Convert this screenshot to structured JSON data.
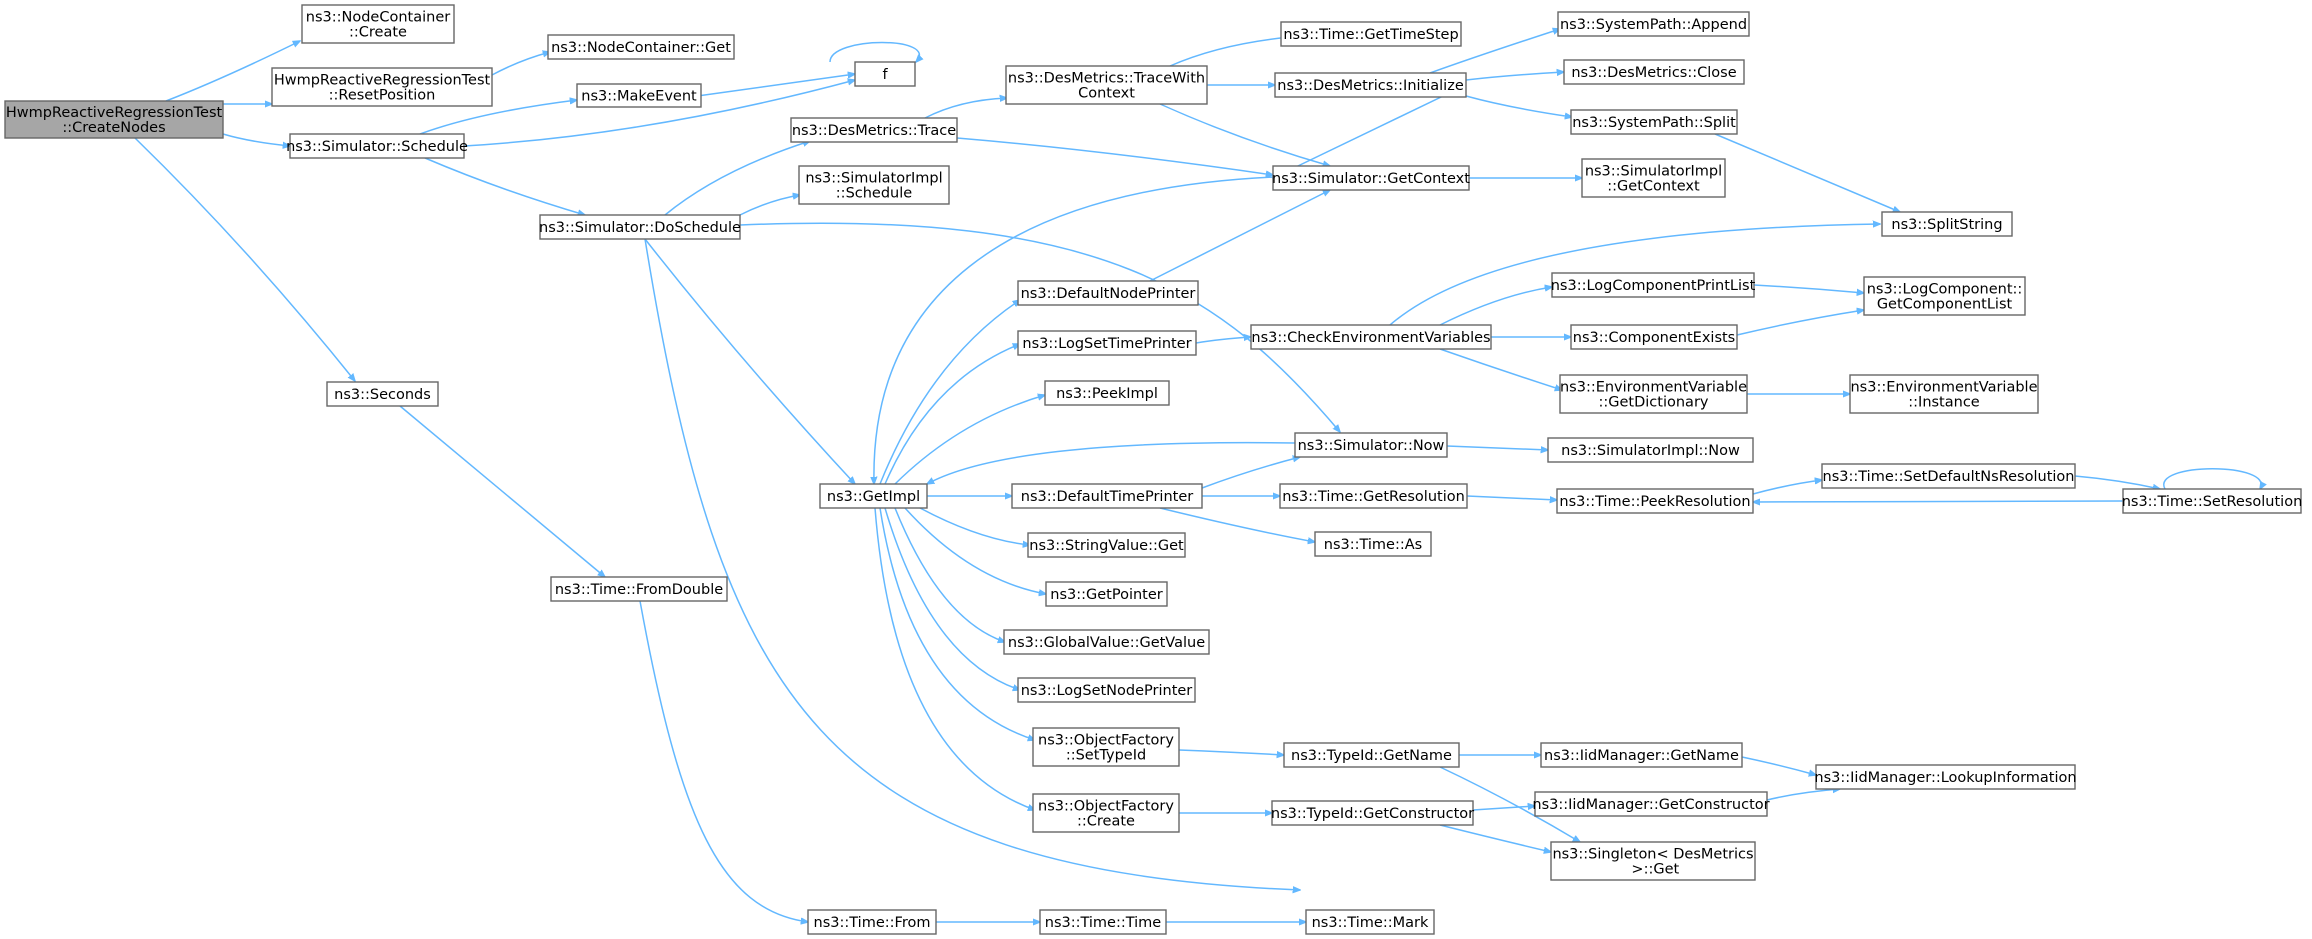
{
  "diagram": {
    "type": "call-graph",
    "root": "n_create_nodes",
    "colors": {
      "edge": "#63b8ff",
      "root_fill": "#a6a6a6",
      "node_fill": "#ffffff",
      "border": "#666666"
    },
    "nodes": {
      "n_create_nodes": [
        "HwmpReactiveRegressionTest",
        "::CreateNodes"
      ],
      "n_nc_create": [
        "ns3::NodeContainer",
        "::Create"
      ],
      "n_reset_position": [
        "HwmpReactiveRegressionTest",
        "::ResetPosition"
      ],
      "n_nc_get": [
        "ns3::NodeContainer::Get"
      ],
      "n_f": [
        "f"
      ],
      "n_make_event": [
        "ns3::MakeEvent"
      ],
      "n_sim_schedule": [
        "ns3::Simulator::Schedule"
      ],
      "n_dm_trace": [
        "ns3::DesMetrics::Trace"
      ],
      "n_dm_trace_ctx": [
        "ns3::DesMetrics::TraceWith",
        "Context"
      ],
      "n_time_gettimestep": [
        "ns3::Time::GetTimeStep"
      ],
      "n_dm_init": [
        "ns3::DesMetrics::Initialize"
      ],
      "n_sp_append": [
        "ns3::SystemPath::Append"
      ],
      "n_dm_close": [
        "ns3::DesMetrics::Close"
      ],
      "n_sp_split": [
        "ns3::SystemPath::Split"
      ],
      "n_simimpl_schedule": [
        "ns3::SimulatorImpl",
        "::Schedule"
      ],
      "n_sim_doschedule": [
        "ns3::Simulator::DoSchedule"
      ],
      "n_sim_getcontext": [
        "ns3::Simulator::GetContext"
      ],
      "n_simimpl_getcontext": [
        "ns3::SimulatorImpl",
        "::GetContext"
      ],
      "n_splitstring": [
        "ns3::SplitString"
      ],
      "n_default_node_printer": [
        "ns3::DefaultNodePrinter"
      ],
      "n_log_set_time_printer": [
        "ns3::LogSetTimePrinter"
      ],
      "n_check_env": [
        "ns3::CheckEnvironmentVariables"
      ],
      "n_log_comp_print_list": [
        "ns3::LogComponentPrintList"
      ],
      "n_log_comp_get_list": [
        "ns3::LogComponent::",
        "GetComponentList"
      ],
      "n_component_exists": [
        "ns3::ComponentExists"
      ],
      "n_env_get_dict": [
        "ns3::EnvironmentVariable",
        "::GetDictionary"
      ],
      "n_env_instance": [
        "ns3::EnvironmentVariable",
        "::Instance"
      ],
      "n_seconds": [
        "ns3::Seconds"
      ],
      "n_peekimpl": [
        "ns3::PeekImpl"
      ],
      "n_sim_now": [
        "ns3::Simulator::Now"
      ],
      "n_simimpl_now": [
        "ns3::SimulatorImpl::Now"
      ],
      "n_getimpl": [
        "ns3::GetImpl"
      ],
      "n_default_time_printer": [
        "ns3::DefaultTimePrinter"
      ],
      "n_time_getresolution": [
        "ns3::Time::GetResolution"
      ],
      "n_time_peekresolution": [
        "ns3::Time::PeekResolution"
      ],
      "n_time_setdefaultns": [
        "ns3::Time::SetDefaultNsResolution"
      ],
      "n_time_setresolution": [
        "ns3::Time::SetResolution"
      ],
      "n_stringvalue_get": [
        "ns3::StringValue::Get"
      ],
      "n_time_as": [
        "ns3::Time::As"
      ],
      "n_time_fromdouble": [
        "ns3::Time::FromDouble"
      ],
      "n_getpointer": [
        "ns3::GetPointer"
      ],
      "n_globalvalue_getvalue": [
        "ns3::GlobalValue::GetValue"
      ],
      "n_log_set_node_printer": [
        "ns3::LogSetNodePrinter"
      ],
      "n_of_settypeid": [
        "ns3::ObjectFactory",
        "::SetTypeId"
      ],
      "n_typeid_getname": [
        "ns3::TypeId::GetName"
      ],
      "n_iid_getname": [
        "ns3::IidManager::GetName"
      ],
      "n_iid_lookup": [
        "ns3::IidManager::LookupInformation"
      ],
      "n_of_create": [
        "ns3::ObjectFactory",
        "::Create"
      ],
      "n_typeid_getconstructor": [
        "ns3::TypeId::GetConstructor"
      ],
      "n_iid_getconstructor": [
        "ns3::IidManager::GetConstructor"
      ],
      "n_singleton_get": [
        "ns3::Singleton< DesMetrics",
        " >::Get"
      ],
      "n_time_from": [
        "ns3::Time::From"
      ],
      "n_time_time": [
        "ns3::Time::Time"
      ],
      "n_time_mark": [
        "ns3::Time::Mark"
      ]
    },
    "edges": [
      [
        "n_create_nodes",
        "n_nc_create"
      ],
      [
        "n_create_nodes",
        "n_reset_position"
      ],
      [
        "n_create_nodes",
        "n_sim_schedule"
      ],
      [
        "n_create_nodes",
        "n_seconds"
      ],
      [
        "n_reset_position",
        "n_nc_get"
      ],
      [
        "n_sim_schedule",
        "n_make_event"
      ],
      [
        "n_sim_schedule",
        "n_f"
      ],
      [
        "n_sim_schedule",
        "n_sim_doschedule"
      ],
      [
        "n_make_event",
        "n_f"
      ],
      [
        "n_f",
        "n_f"
      ],
      [
        "n_sim_doschedule",
        "n_dm_trace"
      ],
      [
        "n_sim_doschedule",
        "n_simimpl_schedule"
      ],
      [
        "n_sim_doschedule",
        "n_sim_now"
      ],
      [
        "n_sim_doschedule",
        "n_getimpl"
      ],
      [
        "n_sim_doschedule",
        "n_singleton_get"
      ],
      [
        "n_dm_trace",
        "n_dm_trace_ctx"
      ],
      [
        "n_dm_trace",
        "n_sim_getcontext"
      ],
      [
        "n_dm_trace_ctx",
        "n_time_gettimestep"
      ],
      [
        "n_dm_trace_ctx",
        "n_dm_init"
      ],
      [
        "n_dm_trace_ctx",
        "n_sim_getcontext"
      ],
      [
        "n_dm_init",
        "n_sp_append"
      ],
      [
        "n_dm_init",
        "n_dm_close"
      ],
      [
        "n_dm_init",
        "n_sp_split"
      ],
      [
        "n_dm_init",
        "n_sim_getcontext"
      ],
      [
        "n_sp_split",
        "n_splitstring"
      ],
      [
        "n_sim_getcontext",
        "n_simimpl_getcontext"
      ],
      [
        "n_sim_getcontext",
        "n_getimpl"
      ],
      [
        "n_getimpl",
        "n_default_node_printer"
      ],
      [
        "n_getimpl",
        "n_log_set_time_printer"
      ],
      [
        "n_getimpl",
        "n_peekimpl"
      ],
      [
        "n_getimpl",
        "n_default_time_printer"
      ],
      [
        "n_getimpl",
        "n_stringvalue_get"
      ],
      [
        "n_getimpl",
        "n_getpointer"
      ],
      [
        "n_getimpl",
        "n_globalvalue_getvalue"
      ],
      [
        "n_getimpl",
        "n_log_set_node_printer"
      ],
      [
        "n_getimpl",
        "n_of_settypeid"
      ],
      [
        "n_getimpl",
        "n_of_create"
      ],
      [
        "n_default_node_printer",
        "n_sim_getcontext"
      ],
      [
        "n_log_set_time_printer",
        "n_check_env"
      ],
      [
        "n_check_env",
        "n_splitstring"
      ],
      [
        "n_check_env",
        "n_log_comp_print_list"
      ],
      [
        "n_check_env",
        "n_component_exists"
      ],
      [
        "n_check_env",
        "n_env_get_dict"
      ],
      [
        "n_log_comp_print_list",
        "n_log_comp_get_list"
      ],
      [
        "n_component_exists",
        "n_log_comp_get_list"
      ],
      [
        "n_env_get_dict",
        "n_env_instance"
      ],
      [
        "n_sim_now",
        "n_getimpl"
      ],
      [
        "n_sim_now",
        "n_simimpl_now"
      ],
      [
        "n_default_time_printer",
        "n_sim_now"
      ],
      [
        "n_default_time_printer",
        "n_time_getresolution"
      ],
      [
        "n_default_time_printer",
        "n_time_as"
      ],
      [
        "n_time_getresolution",
        "n_time_peekresolution"
      ],
      [
        "n_time_peekresolution",
        "n_time_setdefaultns"
      ],
      [
        "n_time_setdefaultns",
        "n_time_setresolution"
      ],
      [
        "n_time_setresolution",
        "n_time_peekresolution"
      ],
      [
        "n_time_setresolution",
        "n_time_setresolution"
      ],
      [
        "n_of_settypeid",
        "n_typeid_getname"
      ],
      [
        "n_typeid_getname",
        "n_iid_getname"
      ],
      [
        "n_typeid_getname",
        "n_singleton_get"
      ],
      [
        "n_iid_getname",
        "n_iid_lookup"
      ],
      [
        "n_of_create",
        "n_typeid_getconstructor"
      ],
      [
        "n_typeid_getconstructor",
        "n_iid_getconstructor"
      ],
      [
        "n_typeid_getconstructor",
        "n_singleton_get"
      ],
      [
        "n_iid_getconstructor",
        "n_iid_lookup"
      ],
      [
        "n_seconds",
        "n_time_fromdouble"
      ],
      [
        "n_time_fromdouble",
        "n_time_from"
      ],
      [
        "n_time_from",
        "n_time_time"
      ],
      [
        "n_time_time",
        "n_time_mark"
      ]
    ]
  }
}
